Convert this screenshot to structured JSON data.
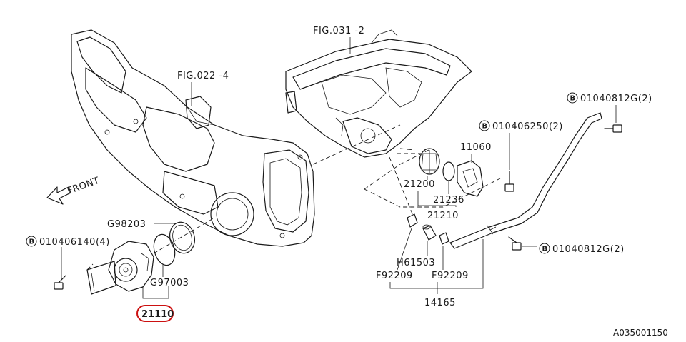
{
  "labels": {
    "fig031": "FIG.031 -2",
    "fig022": "FIG.022 -4",
    "front": "FRONT",
    "p11060": "11060",
    "p21200": "21200",
    "p21236": "21236",
    "p21210": "21210",
    "pG98203": "G98203",
    "pG97003": "G97003",
    "p21110": "21110",
    "pH61503": "H61503",
    "pF92209a": "F92209",
    "pF92209b": "F92209",
    "p14165": "14165",
    "bolt1": "010406140(4)",
    "bolt2": "010406250(2)",
    "bolt3": "01040812G(2)",
    "bolt4": "01040812G(2)",
    "ref": "A035001150"
  },
  "badge_letter": "B",
  "highlight_color": "#cc1111"
}
